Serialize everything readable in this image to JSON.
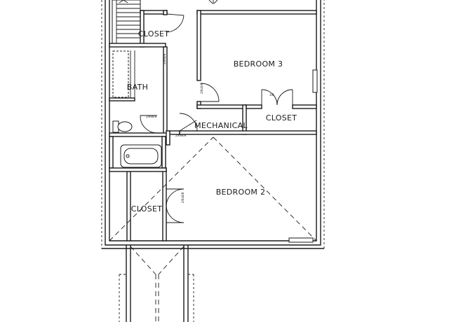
{
  "rooms": {
    "closet_top": "CLOSET",
    "bath": "BATH",
    "bedroom3": "BEDROOM 3",
    "mechanical": "MECHANICAL",
    "closet_right": "CLOSET",
    "bedroom2": "BEDROOM 2",
    "closet_left": "CLOSET"
  },
  "door_notes": {
    "n1": "2/6x6/8",
    "n2": "2/6x6/8",
    "n3": "2/6x6/8",
    "n4": "2/6x6/8",
    "n5": "2/6x6/8"
  }
}
